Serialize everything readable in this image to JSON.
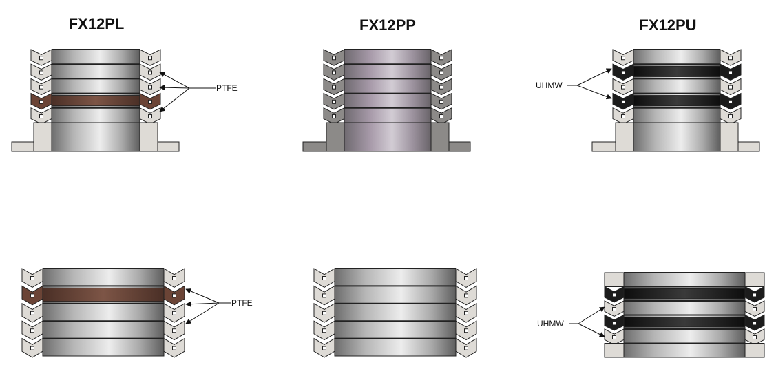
{
  "titles": {
    "fx12pl": "FX12PL",
    "fx12pp": "FX12PP",
    "fx12pu": "FX12PU"
  },
  "labels": {
    "ptfe_top": "PTFE",
    "ptfe_bottom": "PTFE",
    "uhmw_top": "UHMW",
    "uhmw_bottom": "UHMW"
  },
  "colors": {
    "seal_light": "#dedbd6",
    "seal_gray": "#8c8a88",
    "ptfe_brown": "#6b4436",
    "uhmw_black": "#1c1c1c",
    "outline": "#222222"
  }
}
